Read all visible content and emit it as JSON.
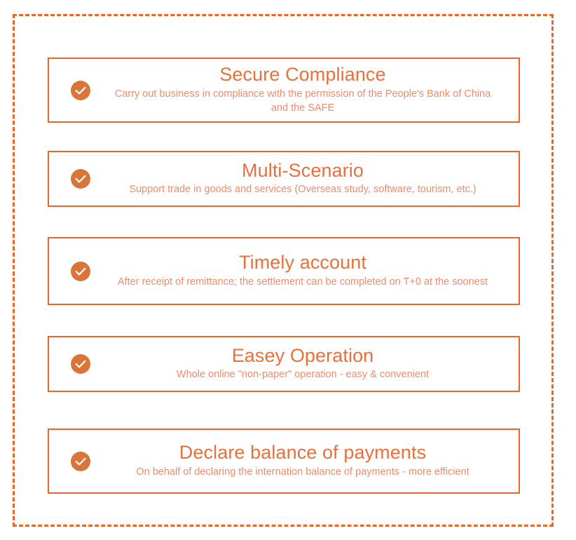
{
  "frame": {
    "style": "dashed",
    "border_color": "#E9662A"
  },
  "theme": {
    "accent": "#E9662A",
    "title_color": "#E8703A",
    "description_color": "#EE8C6A",
    "icon_fill": "#D97539",
    "icon_mark_color": "#FFFFFF",
    "background": "#FFFFFF"
  },
  "cards": [
    {
      "icon": "check-circle-icon",
      "title": "Secure Compliance",
      "description": "Carry out business in compliance with the permission of the People's Bank of China and the SAFE"
    },
    {
      "icon": "check-circle-icon",
      "title": "Multi-Scenario",
      "description": "Support trade in goods and services (Overseas study, software, tourism, etc.)"
    },
    {
      "icon": "check-circle-icon",
      "title": "Timely account",
      "description": "After receipt of remittance; the settlement can be completed on T+0 at the soonest"
    },
    {
      "icon": "check-circle-icon",
      "title": "Easey Operation",
      "description": "Whole online \"non-paper\" operation - easy & convenient"
    },
    {
      "icon": "check-circle-icon",
      "title": "Declare balance of payments",
      "description": "On behalf of declaring the internation balance of payments - more efficient"
    }
  ]
}
